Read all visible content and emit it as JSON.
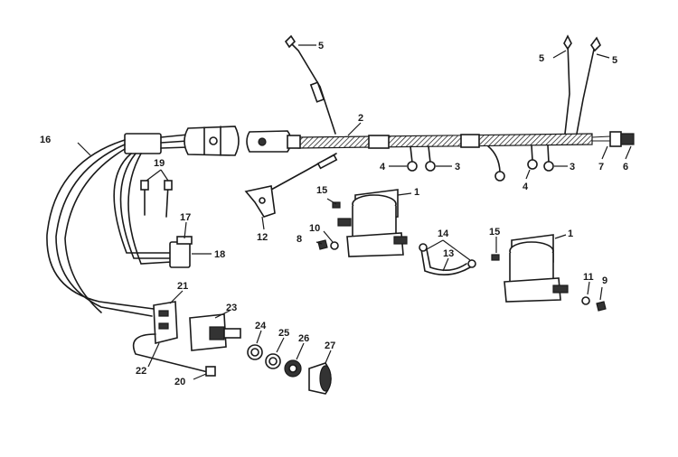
{
  "callouts": {
    "c1a": "1",
    "c1b": "1",
    "c2": "2",
    "c3a": "3",
    "c3b": "3",
    "c4a": "4",
    "c4b": "4",
    "c5a": "5",
    "c5b": "5",
    "c5c": "5",
    "c6": "6",
    "c7": "7",
    "c8": "8",
    "c9": "9",
    "c10": "10",
    "c11": "11",
    "c12": "12",
    "c13": "13",
    "c14": "14",
    "c15a": "15",
    "c15b": "15",
    "c16": "16",
    "c17": "17",
    "c18": "18",
    "c19": "19",
    "c20": "20",
    "c21": "21",
    "c22": "22",
    "c23": "23",
    "c24": "24",
    "c25": "25",
    "c26": "26",
    "c27": "27"
  }
}
